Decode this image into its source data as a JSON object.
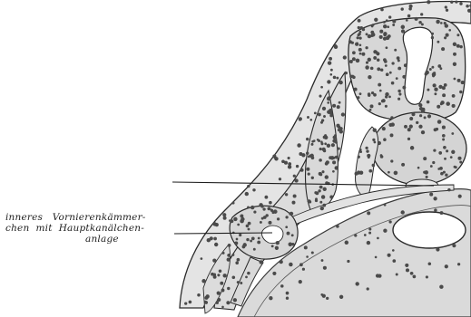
{
  "figure": {
    "label": {
      "lines": [
        "inneres   Vornierenkämmer-",
        "chen  mit  Hauptkanälchen-",
        "anlage"
      ]
    },
    "colors": {
      "ink": "#2a2a2a",
      "tissue": "#d9d9d9",
      "tissue_light": "#e6e6e6",
      "background": "#ffffff"
    }
  }
}
